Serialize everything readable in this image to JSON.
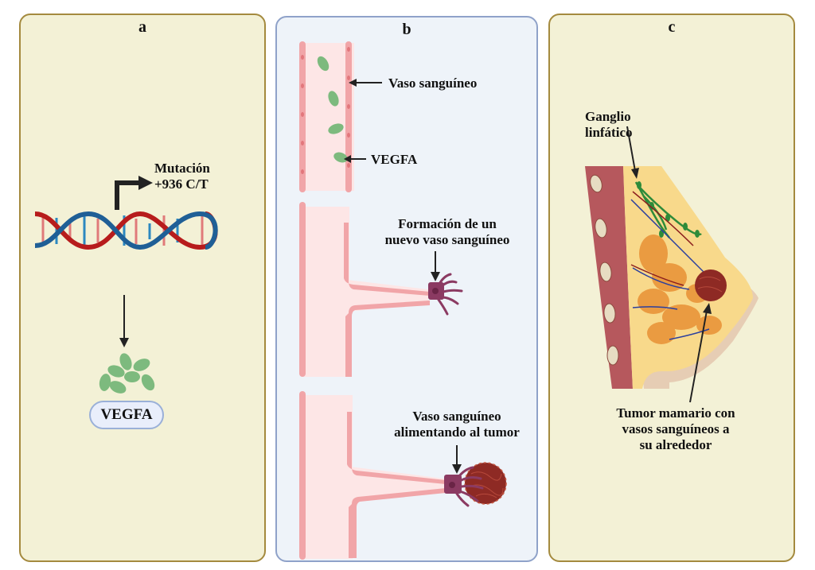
{
  "panels": {
    "a": {
      "label": "a",
      "mutation_line1": "Mutación",
      "mutation_line2": "+936 C/T",
      "protein_label": "VEGFA",
      "icons": [
        "dna-helix-icon",
        "arrow-down-icon",
        "protein-cluster-icon"
      ]
    },
    "b": {
      "label": "b",
      "vessel_label": "Vaso sanguíneo",
      "vegfa_label": "VEGFA",
      "formation_line1": "Formación de un",
      "formation_line2": "nuevo vaso sanguíneo",
      "feeding_line1": "Vaso sanguíneo",
      "feeding_line2": "alimentando al tumor"
    },
    "c": {
      "label": "c",
      "lymph_line1": "Ganglio",
      "lymph_line2": "linfático",
      "tumor_line1": "Tumor mamario con",
      "tumor_line2": "vasos sanguíneos a",
      "tumor_line3": "su alrededor"
    }
  },
  "colors": {
    "panel_a_bg": "#f3f1d6",
    "panel_b_bg": "#eef3f9",
    "dna_red": "#b71c1c",
    "dna_blue": "#1f5f96",
    "vegf_green": "#7dba7e",
    "vessel_pink": "#f1a5a8",
    "tip_cell": "#8b3a62",
    "tumor": "#8e2a24"
  }
}
